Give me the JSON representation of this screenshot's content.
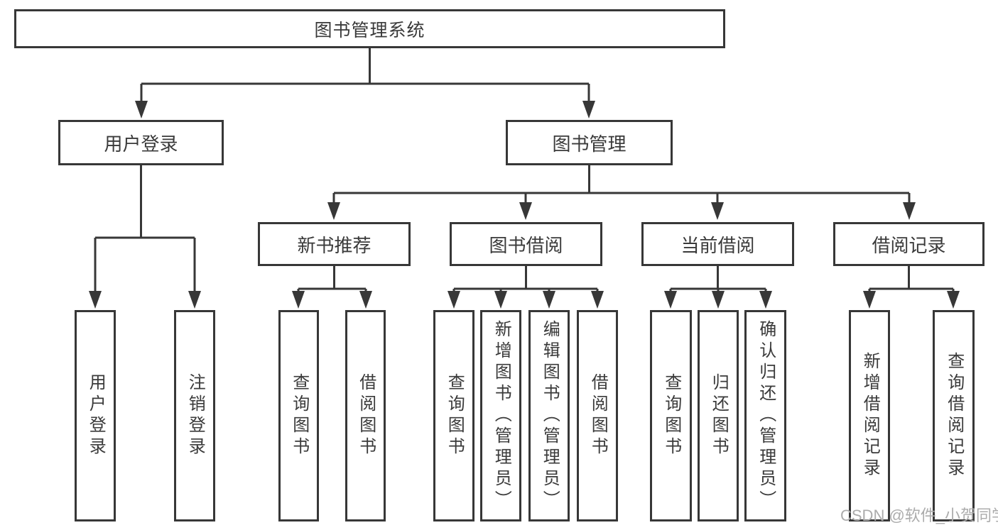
{
  "tree": {
    "root": {
      "label": "图书管理系统"
    },
    "branches": [
      {
        "label": "用户登录",
        "children": [
          {
            "label": "用户登录"
          },
          {
            "label": "注销登录"
          }
        ]
      },
      {
        "label": "图书管理",
        "groups": [
          {
            "label": "新书推荐",
            "children": [
              {
                "label": "查询图书"
              },
              {
                "label": "借阅图书"
              }
            ]
          },
          {
            "label": "图书借阅",
            "children": [
              {
                "label": "查询图书"
              },
              {
                "label": "新增图书（管理员）"
              },
              {
                "label": "编辑图书（管理员）"
              },
              {
                "label": "借阅图书"
              }
            ]
          },
          {
            "label": "当前借阅",
            "children": [
              {
                "label": "查询图书"
              },
              {
                "label": "归还图书"
              },
              {
                "label": "确认归还（管理员）"
              }
            ]
          },
          {
            "label": "借阅记录",
            "children": [
              {
                "label": "新增借阅记录"
              },
              {
                "label": "查询借阅记录"
              }
            ]
          }
        ]
      }
    ]
  },
  "watermark": {
    "text": "CSDN @软件_小贺同学"
  },
  "colors": {
    "line": "#373737",
    "box_border": "#373737",
    "text": "#3a3a3a",
    "background": "#ffffff",
    "watermark": "#acacac"
  }
}
